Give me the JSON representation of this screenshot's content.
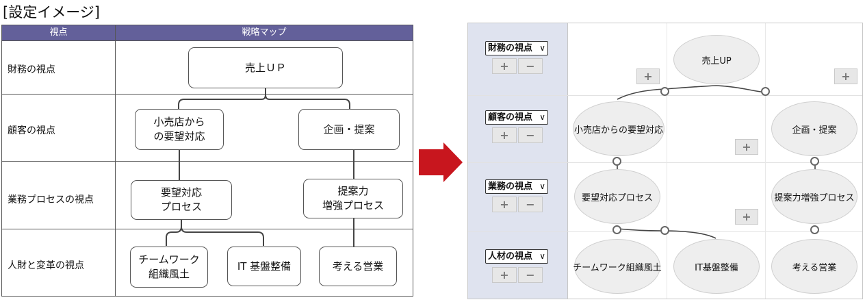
{
  "caption": "[設定イメージ]",
  "left_table": {
    "header": {
      "col1": "視点",
      "col2": "戦略マップ"
    },
    "rows": [
      {
        "label": "財務の視点"
      },
      {
        "label": "顧客の視点"
      },
      {
        "label": "業務プロセスの視点"
      },
      {
        "label": "人財と変革の視点"
      }
    ],
    "boxes": {
      "sales_up": "売上ＵＰ",
      "retailer_request": "小売店から\nの要望対応",
      "planning_proposal": "企画・提案",
      "request_process": "要望対応\nプロセス",
      "proposal_strength": "提案力\n増強プロセス",
      "teamwork": "チームワーク\n組織風土",
      "it_platform": "IT 基盤整備",
      "thinking_sales": "考える営業"
    }
  },
  "right_panel": {
    "selects": [
      {
        "value": "財務の視点"
      },
      {
        "value": "顧客の視点"
      },
      {
        "value": "業務の視点"
      },
      {
        "value": "人材の視点"
      }
    ],
    "plus_label": "+",
    "minus_label": "−",
    "nodes": {
      "sales_up": "売上UP",
      "retailer_request": "小売店からの要望対応",
      "planning_proposal": "企画・提案",
      "request_process": "要望対応プロセス",
      "proposal_strength": "提案力増強プロセス",
      "teamwork": "チームワーク組織風土",
      "it_platform": "IT基盤整備",
      "thinking_sales": "考える営業"
    }
  }
}
